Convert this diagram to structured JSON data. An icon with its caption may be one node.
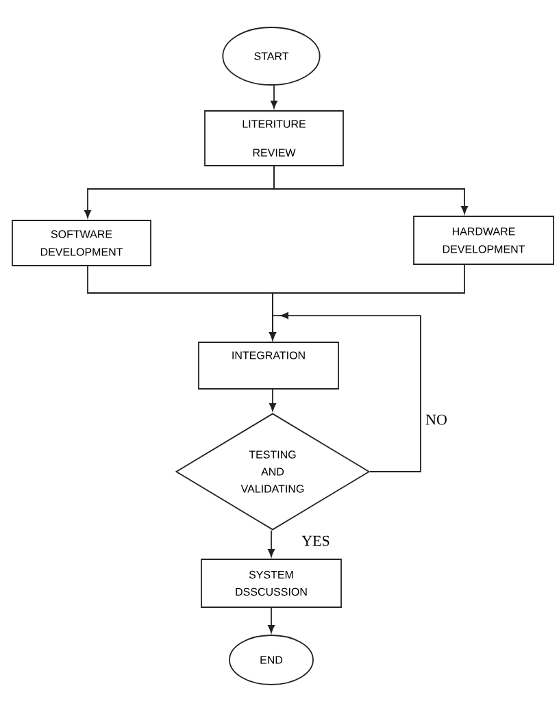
{
  "diagram": {
    "nodes": [
      {
        "text": [
          "START"
        ]
      },
      {
        "text": [
          "LITERITURE REVIEW"
        ]
      },
      {
        "text": [
          "SOFTWARE DEVELOPMENT"
        ]
      },
      {
        "text": [
          "HARDWARE DEVELOPMENT"
        ]
      },
      {
        "text": [
          "INTEGRATION"
        ]
      },
      {
        "text": [
          "TESTING AND VALIDATING"
        ]
      },
      {
        "text": [
          "SYSTEM DSSCUSSION"
        ]
      },
      {
        "text": [
          "END"
        ]
      }
    ],
    "edges": [
      {
        "from": 0,
        "to": 1,
        "arrow": "to"
      },
      {
        "from": 1,
        "to": 2,
        "arrow": "to"
      },
      {
        "from": 1,
        "to": 3,
        "arrow": "to"
      },
      {
        "from": 2,
        "to": 4,
        "arrow": "to"
      },
      {
        "from": 3,
        "to": 4,
        "arrow": "to"
      },
      {
        "from": 4,
        "to": 5,
        "arrow": "to"
      },
      {
        "from": 5,
        "to": 4,
        "arrow": "to",
        "label": "NO"
      },
      {
        "from": 5,
        "to": 6,
        "arrow": "to",
        "label": "YES"
      },
      {
        "from": 6,
        "to": 7,
        "arrow": "to"
      }
    ]
  }
}
